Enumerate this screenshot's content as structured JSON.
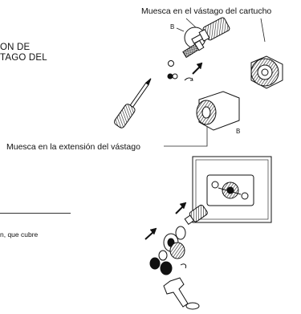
{
  "text": {
    "heading_line1": "ON DE",
    "heading_line2": "TAGO DEL",
    "callout_cartridge": "Muesca en el vástago del cartucho",
    "callout_extension": "Muesca en la extensión del vástago",
    "label_b_upper": "B",
    "label_b_lower": "B",
    "body_fragment": "n,  que cubre"
  }
}
